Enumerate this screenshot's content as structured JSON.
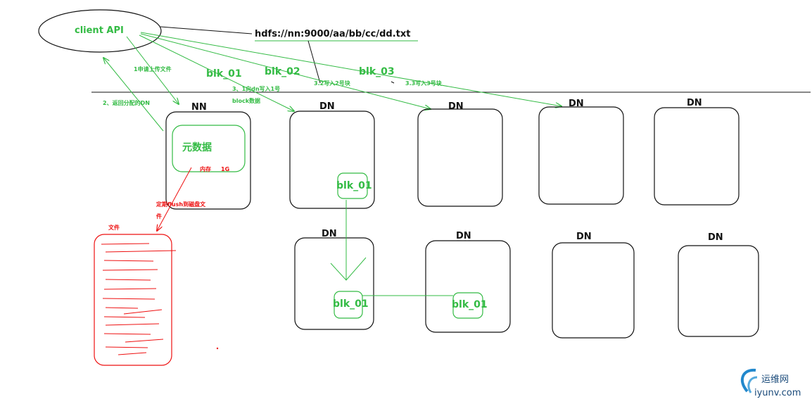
{
  "client": {
    "label": "client API"
  },
  "path": {
    "label": "hdfs://nn:9000/aa/bb/cc/dd.txt"
  },
  "blocks": {
    "b1": "blk_01",
    "b2": "blk_02",
    "b3": "blk_03"
  },
  "steps": {
    "s1": "1申请上传文件",
    "s2": "2、返回分配的DN",
    "s3a": "3、1向dn写入1号",
    "s3b": "block数据",
    "s32": "3.2写入2号块",
    "s33": "3.3写入3号块"
  },
  "nn": {
    "label": "NN",
    "metadata": "元数据",
    "memory": "内存",
    "memory_size": "1G"
  },
  "flush": {
    "line1": "定期flush到磁盘文",
    "line2": "件"
  },
  "file": {
    "label": "文件"
  },
  "dn_label": "DN",
  "replica_label": "blk_01",
  "watermark": {
    "site_cn": "运维网",
    "site": "iyunv.com"
  },
  "colors": {
    "green": "#33bb44",
    "red": "#ee1111",
    "black": "#111111"
  }
}
